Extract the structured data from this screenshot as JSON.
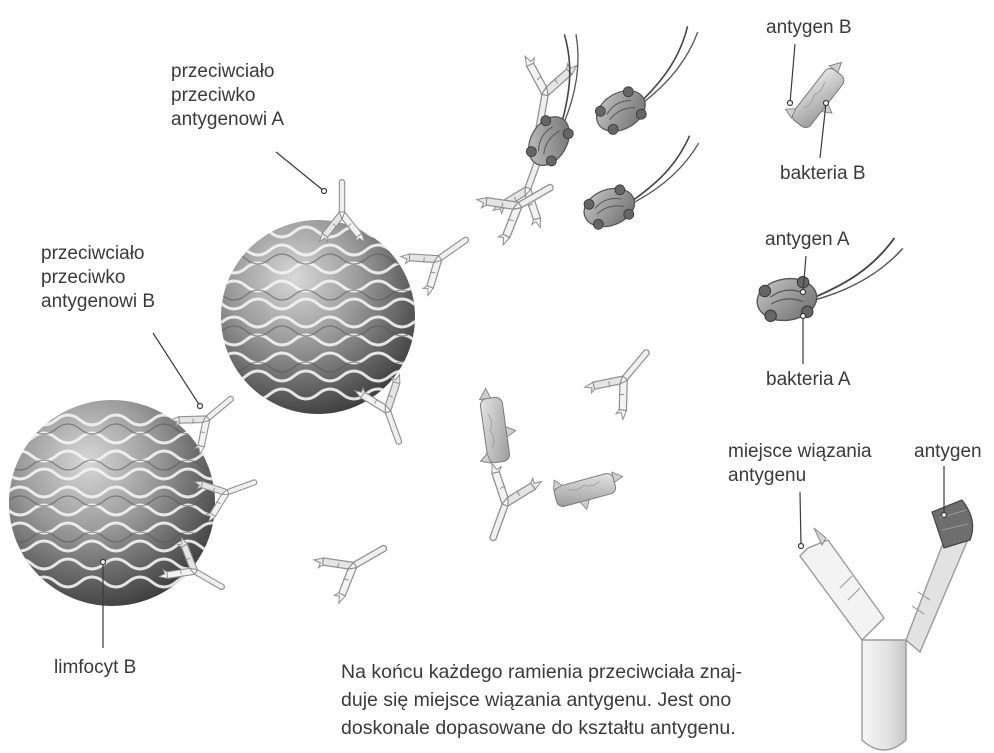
{
  "labels": {
    "antibody_a": [
      "przeciwciało",
      "przeciwko",
      "antygenowi A"
    ],
    "antibody_b": [
      "przeciwciało",
      "przeciwko",
      "antygenowi B"
    ],
    "lymphocyte_b": "limfocyt B",
    "antigen_b": "antygen B",
    "bacteria_b": "bakteria B",
    "antigen_a": "antygen A",
    "bacteria_a": "bakteria A",
    "binding_site": [
      "miejsce wiązania",
      "antygenu"
    ],
    "antigen": "antygen"
  },
  "caption": [
    "Na końcu każdego ramienia przeciwciała znaj-",
    "duje się miejsce wiązania antygenu. Jest ono",
    "doskonale dopasowane do kształtu antygenu."
  ],
  "colors": {
    "text": "#3a3a3a",
    "cell_dark": "#3c3c3c",
    "cell_light": "#bdbdbd",
    "antibody": "#eeeeee",
    "antibody_stroke": "#9a9a9a",
    "bacteria": "#8a8a8a"
  }
}
